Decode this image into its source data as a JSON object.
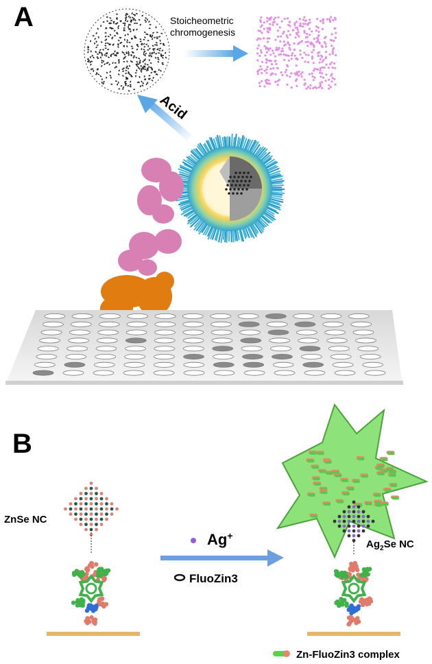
{
  "panel_a": {
    "label": "A",
    "chromogenesis_label_line1": "Stoicheometric",
    "chromogenesis_label_line2": "chromogenesis",
    "acid_label": "Acid",
    "colors": {
      "arrow": "#5aa6e6",
      "pink_dots": "#e58ee6",
      "antibody": "#d87fb3",
      "protein": "#e07c10",
      "shell_blue": "#3fb3d8",
      "shell_yellow": "#f2d35a"
    }
  },
  "panel_b": {
    "label": "B",
    "znse_label": "ZnSe NC",
    "ag_ion_base": "Ag",
    "ag_ion_sup": "+",
    "fluozin_label": "FluoZin3",
    "ag2se_base": "Ag",
    "ag2se_sub": "2",
    "ag2se_rest": "Se NC",
    "legend_label": "Zn-FluoZin3 complex",
    "colors": {
      "burst": "#8ee27a",
      "arrow": "#6d9fe0",
      "substrate": "#e8b66a",
      "ion_dot": "#8c63d6"
    }
  }
}
